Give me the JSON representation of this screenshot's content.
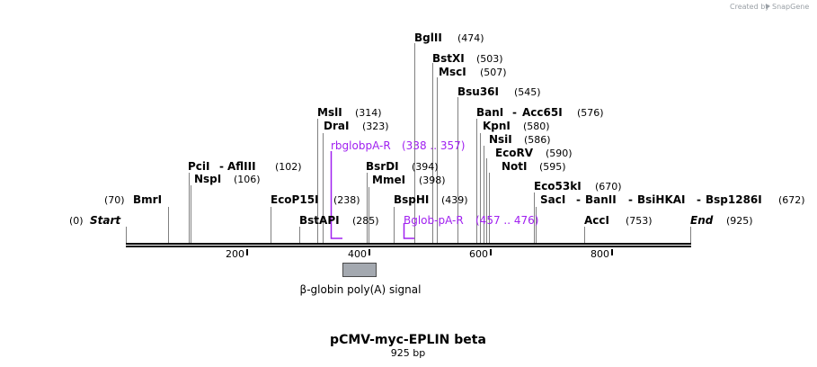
{
  "credit": "Created by",
  "brand": "SnapGene",
  "title": "pCMV-myc-EPLIN beta",
  "length_label": "925 bp",
  "start_label": "Start",
  "start_pos": "(0)",
  "end_label": "End",
  "end_pos": "(925)",
  "ticks": [
    "200",
    "400",
    "600",
    "800"
  ],
  "feature": {
    "name": "β-globin poly(A) signal",
    "color": "#a4a9b0"
  },
  "colors": {
    "primer": "#a020f0",
    "line": "#808080"
  },
  "enzymes": [
    {
      "name": "BmrI",
      "pos": "(70)"
    },
    {
      "name": "PciI",
      "extra": "AflIII",
      "pos": "(102)"
    },
    {
      "name": "NspI",
      "pos": "(106)"
    },
    {
      "name": "EcoP15I",
      "pos": "(238)"
    },
    {
      "name": "BstAPI",
      "pos": "(285)"
    },
    {
      "name": "MslI",
      "pos": "(314)"
    },
    {
      "name": "DraI",
      "pos": "(323)"
    },
    {
      "name": "BsrDI",
      "pos": "(394)"
    },
    {
      "name": "MmeI",
      "pos": "(398)"
    },
    {
      "name": "BspHI",
      "pos": "(439)"
    },
    {
      "name": "BglII",
      "pos": "(474)"
    },
    {
      "name": "BstXI",
      "pos": "(503)"
    },
    {
      "name": "MscI",
      "pos": "(507)"
    },
    {
      "name": "Bsu36I",
      "pos": "(545)"
    },
    {
      "name": "BanI",
      "extra": "Acc65I",
      "pos": "(576)"
    },
    {
      "name": "KpnI",
      "pos": "(580)"
    },
    {
      "name": "NsiI",
      "pos": "(586)"
    },
    {
      "name": "EcoRV",
      "pos": "(590)"
    },
    {
      "name": "NotI",
      "pos": "(595)"
    },
    {
      "name": "Eco53kI",
      "pos": "(670)"
    },
    {
      "name": "SacI",
      "extra": "BanII",
      "extra2": "BsiHKAI",
      "extra3": "Bsp1286I",
      "pos": "(672)"
    },
    {
      "name": "AccI",
      "pos": "(753)"
    }
  ],
  "primers": [
    {
      "name": "rbglobpA-R",
      "range": "(338 .. 357)"
    },
    {
      "name": "Bglob-pA-R",
      "range": "(457 .. 476)"
    }
  ]
}
